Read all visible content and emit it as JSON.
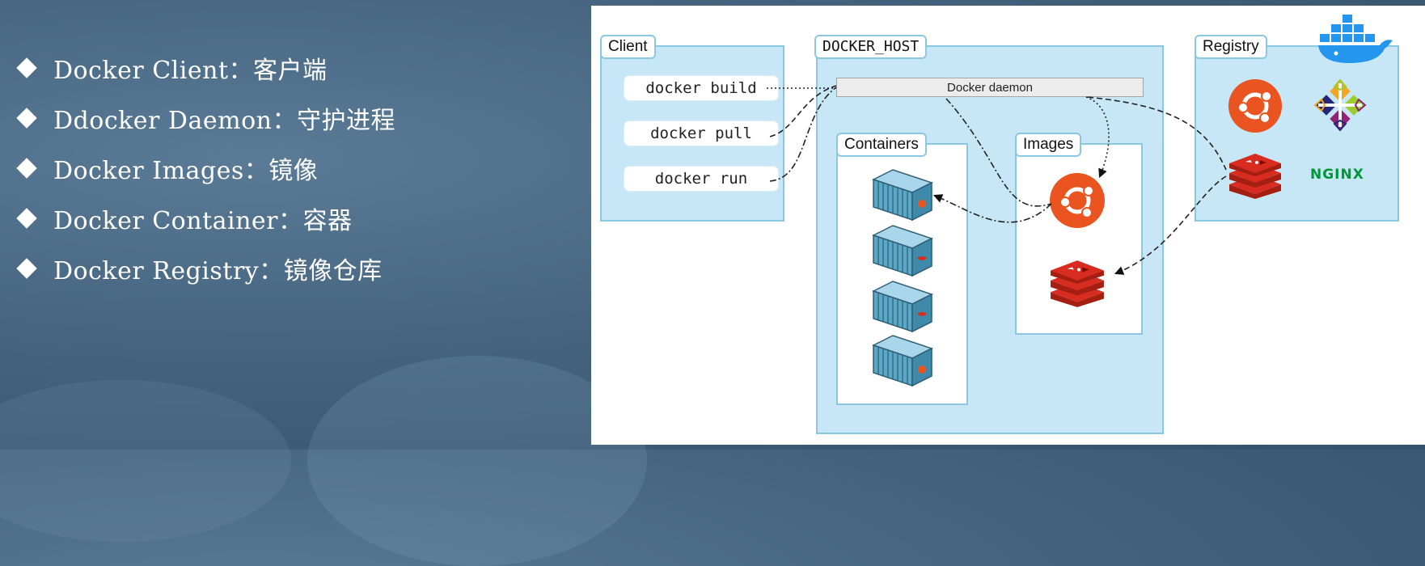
{
  "bullets": [
    {
      "text": "Docker Client：客户端"
    },
    {
      "text": "Ddocker Daemon：守护进程"
    },
    {
      "text": "Docker Images：镜像"
    },
    {
      "text": "Docker Container：容器"
    },
    {
      "text": "Docker Registry：镜像仓库"
    }
  ],
  "diagram": {
    "client": {
      "title": "Client",
      "commands": [
        "docker build",
        "docker pull",
        "docker run"
      ]
    },
    "host": {
      "title": "DOCKER_HOST",
      "daemon_label": "Docker daemon",
      "containers_title": "Containers",
      "images_title": "Images"
    },
    "registry": {
      "title": "Registry",
      "nginx_label": "NGINX"
    },
    "icons": [
      "docker-whale-icon",
      "ubuntu-icon",
      "centos-icon",
      "redis-icon",
      "nginx-icon",
      "container-icon"
    ],
    "colors": {
      "box_fill": "#c7e7f6",
      "box_border": "#8cc7e2",
      "ubuntu": "#e95420",
      "redis": "#d82c20",
      "nginx": "#009639",
      "docker_blue": "#2496ed",
      "container_blue": "#5aa8c8"
    }
  }
}
